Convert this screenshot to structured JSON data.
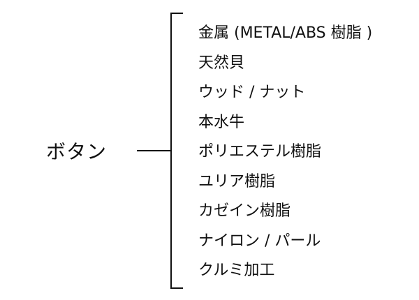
{
  "diagram": {
    "root": "ボタン",
    "items": [
      "金属 (METAL/ABS 樹脂 )",
      "天然貝",
      "ウッド / ナット",
      "本水牛",
      "ポリエステル樹脂",
      "ユリア樹脂",
      "カゼイン樹脂",
      "ナイロン / パール",
      "クルミ加工"
    ]
  },
  "colors": {
    "text": "#111111",
    "line": "#111111",
    "background": "#ffffff"
  }
}
